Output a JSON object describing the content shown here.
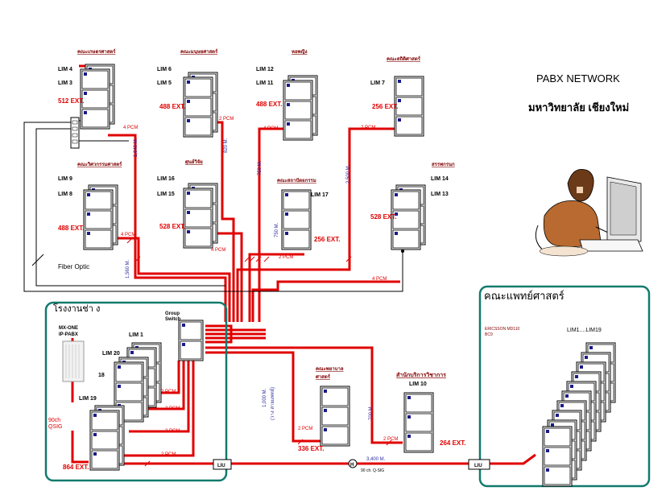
{
  "title": {
    "line1": "PABX  NETWORK",
    "line2": "มหาวิทยาลัย เชียงใหม่"
  },
  "colors": {
    "link": "#e00000",
    "zone": "#127a6e",
    "cabinet": "#000000",
    "unit_mark": "#1a1a8a"
  },
  "top_cabinets": [
    {
      "name": "คณะเกษตรศาสตร์",
      "lim_top": "LIM 4",
      "lim_bottom": "LIM 3",
      "ext": "512 EXT."
    },
    {
      "name": "คณะมนุษยศาสตร์",
      "lim_top": "LIM 6",
      "lim_bottom": "LIM 5",
      "ext": "488 EXT."
    },
    {
      "name": "หอพญิง",
      "lim_top": "LIM 12",
      "lim_bottom": "LIM 11",
      "ext": "488 EXT."
    },
    {
      "name": "คณะสถิติศาสตร์",
      "lim_top": "",
      "lim_bottom": "LIM 7",
      "ext": "256 EXT."
    }
  ],
  "mid_cabinets": [
    {
      "name": "คณะวิศวกรรมศาสตร์",
      "lim_top": "LIM 9",
      "lim_bottom": "LIM 8",
      "ext": "488 EXT."
    },
    {
      "name": "ศูนย์วิจัย",
      "lim_top": "LIM 16",
      "lim_bottom": "LIM 15",
      "ext": "528 EXT."
    },
    {
      "name": "คณะสถาปัตยกรรม",
      "lim_top": "",
      "lim_bottom": "LIM 17",
      "ext": "256 EXT."
    },
    {
      "name": "สรรพกรนก",
      "lim_top": "LIM 14",
      "lim_bottom": "LIM 13",
      "ext": "528 EXT."
    }
  ],
  "links": {
    "pcm4": "4 PCM",
    "pcm2": "2 PCM",
    "dist_1640": "1,640 M.",
    "dist_820": "820 M.",
    "dist_750a": "750 M.",
    "dist_750b": "750 M.",
    "dist_2500": "2,500 M.",
    "dist_1560": "1,560 M.",
    "dist_1000": "1,000 M.",
    "dist_1000_note": "(วาง สายแพทย์)",
    "dist_700": "700 M.",
    "dist_3400": "3,400 M.",
    "fiber": "Fiber Optic",
    "qsig_small": "90 ch. Q-SIG"
  },
  "workshop": {
    "label": "โรงงานช่า ง",
    "mx_one": "MX-ONE",
    "ip_pabx": "IP-PABX",
    "lim1": "LIM 1",
    "lim20": "LIM 20",
    "lim18": "18",
    "lim19": "LIM 19",
    "group_switch_1": "Group",
    "group_switch_2": "Switch",
    "qsig_1": "90ch",
    "qsig_2": "QSIG",
    "ext": "864 EXT.",
    "liu": "LIU"
  },
  "bottom_cabinets": [
    {
      "name_1": "คณะพยาบาล",
      "name_2": "ศาสตร์",
      "lim": "",
      "ext": "336 EXT."
    },
    {
      "name_1": "สำนักบริการวิชาการ",
      "name_2": "",
      "lim": "LIM 10",
      "ext": "264 EXT."
    }
  ],
  "medicine": {
    "label": "คณะแพทย์ศาสตร์",
    "system_1": "ERICSSON MD110",
    "system_2": "BC9",
    "lims": "LIM1....LIM19",
    "liu": "LIU"
  }
}
